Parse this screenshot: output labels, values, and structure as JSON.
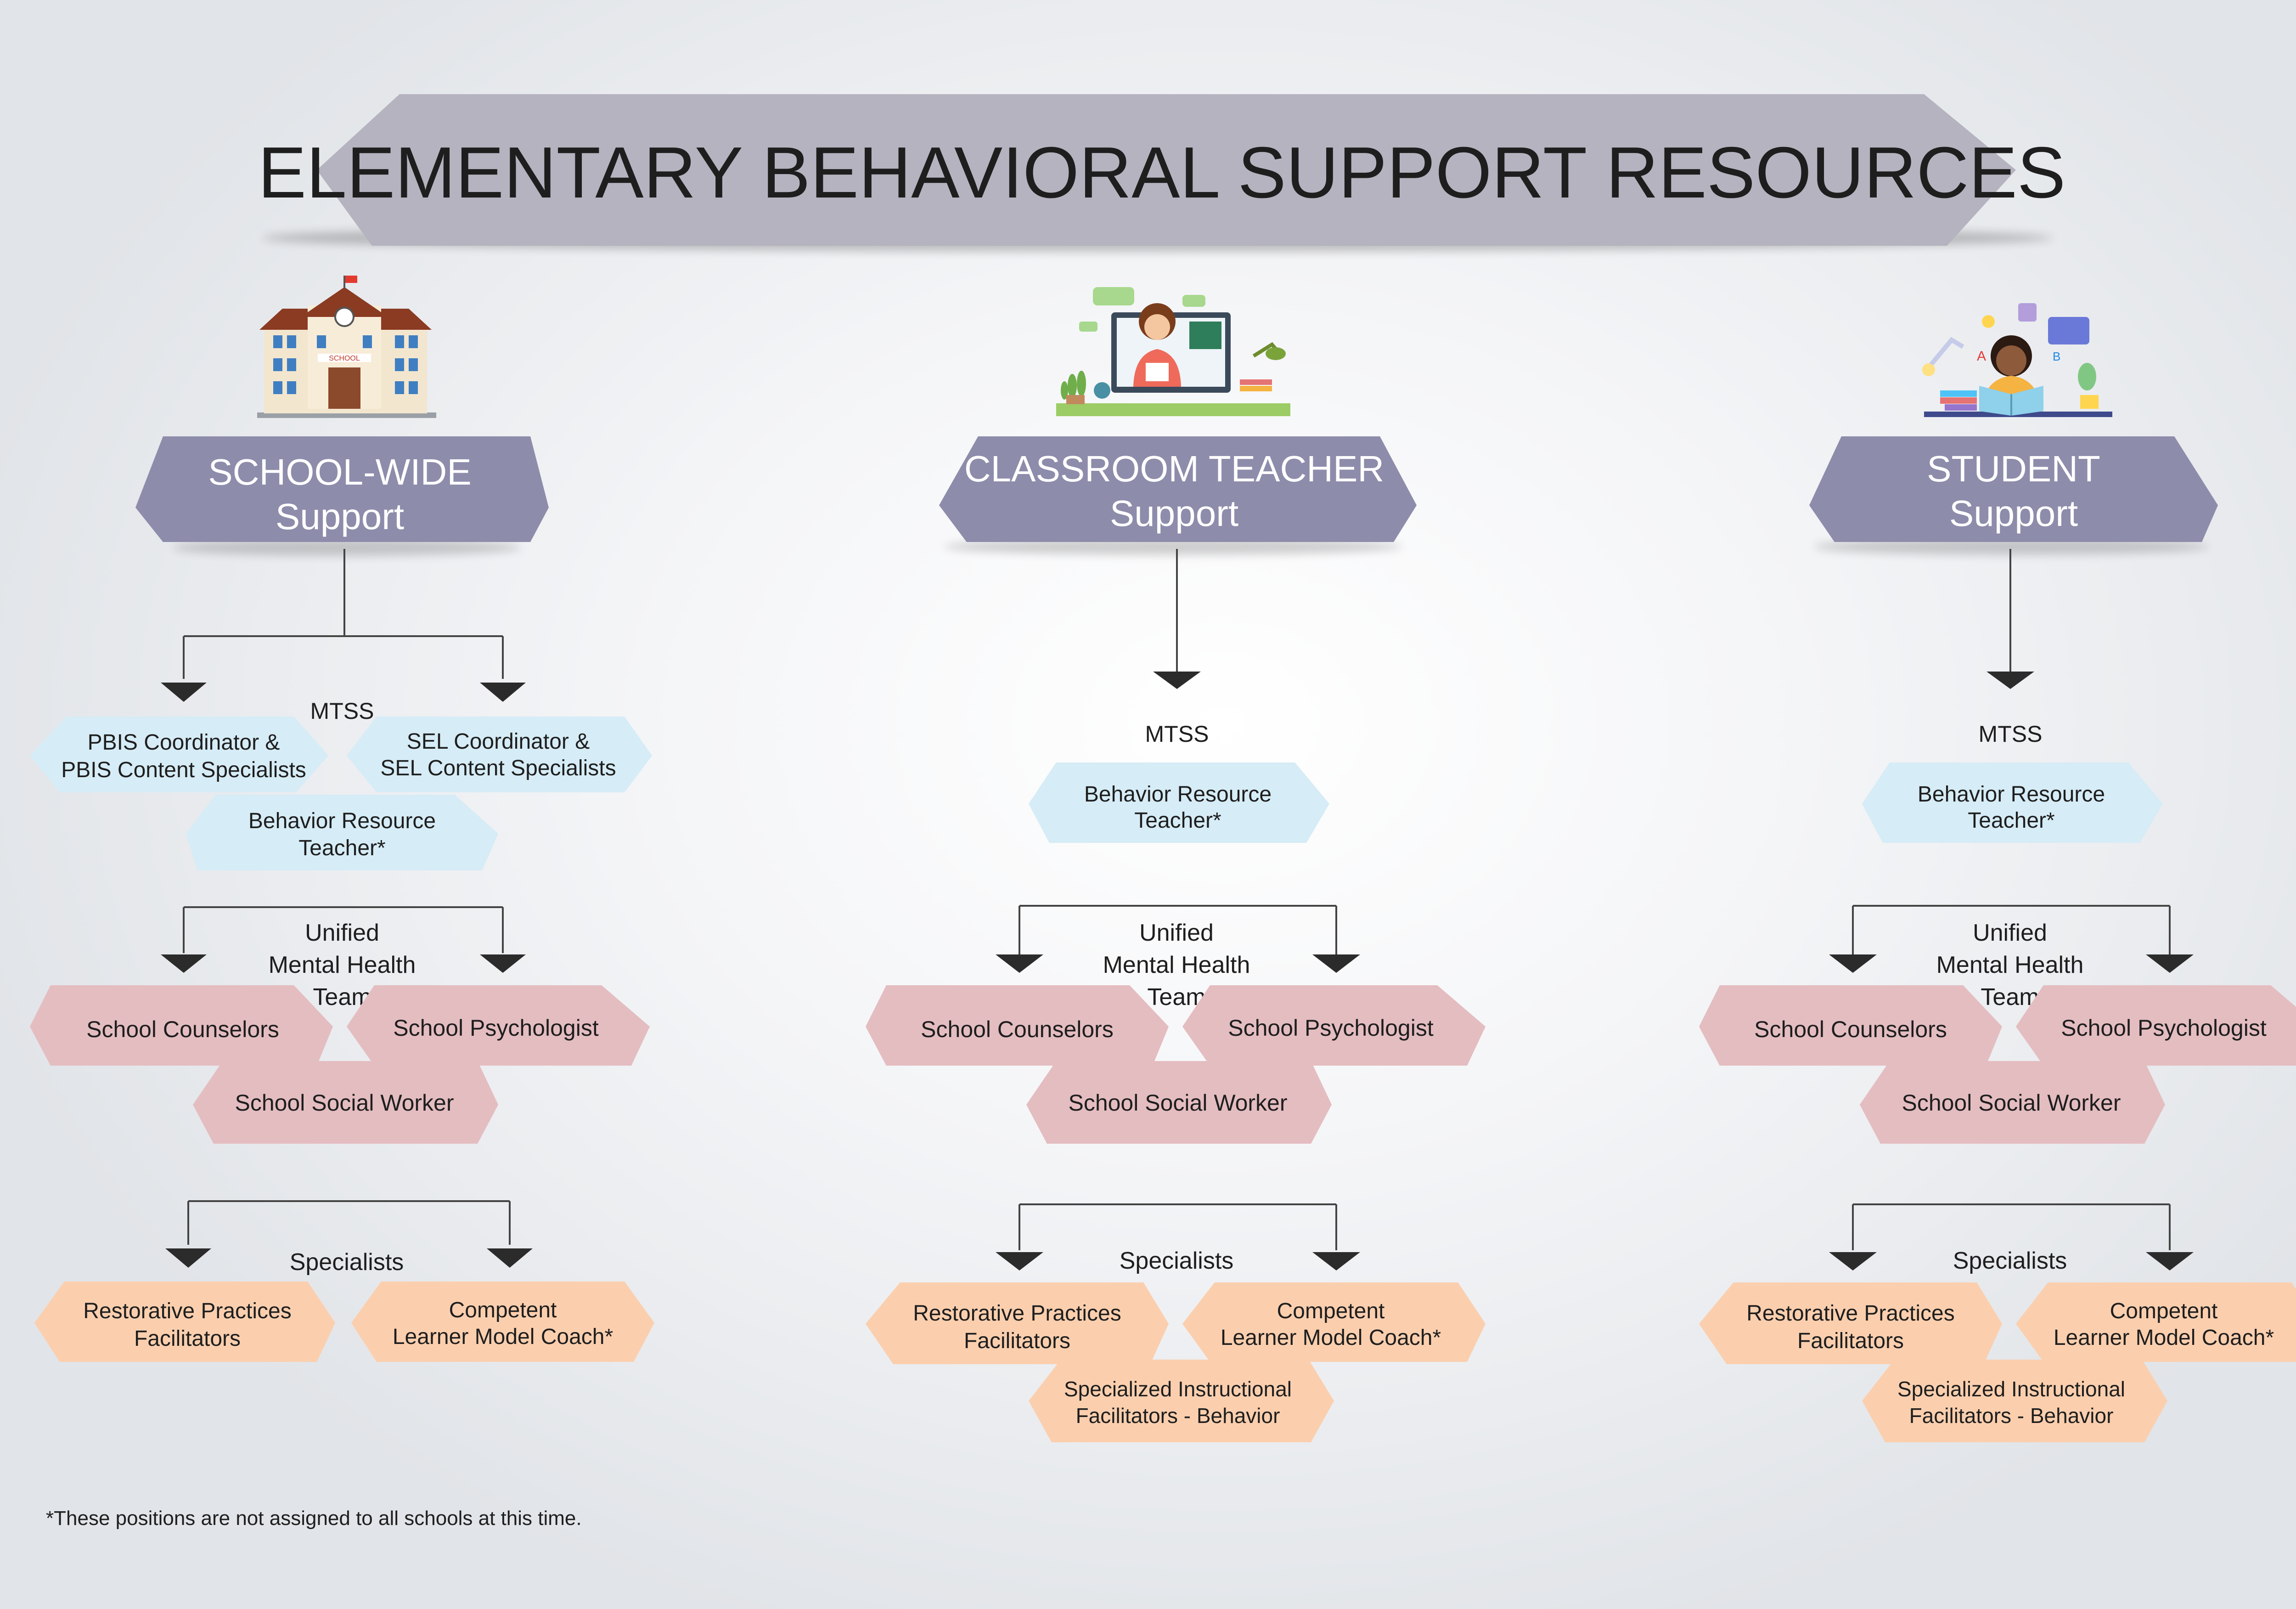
{
  "title": "ELEMENTARY BEHAVIORAL SUPPORT RESOURCES",
  "colors": {
    "banner": "#b5b3bf",
    "header": "#8e8cab",
    "mtss": "#d6ecf6",
    "mental_health": "#e4bdc1",
    "specialists": "#fbcfae",
    "arrow": "#2b2b2b"
  },
  "columns": [
    {
      "icon": "school-building-icon",
      "header": [
        "SCHOOL-WIDE",
        "Support"
      ],
      "mtss": {
        "label": "MTSS",
        "items": [
          [
            "PBIS Coordinator &",
            "PBIS Content Specialists"
          ],
          [
            "SEL Coordinator &",
            "SEL Content Specialists"
          ],
          [
            "Behavior Resource",
            "Teacher*"
          ]
        ]
      },
      "mental_health": {
        "label": [
          "Unified",
          "Mental Health",
          "Team"
        ],
        "items": [
          "School Counselors",
          "School Psychologist",
          "School Social Worker"
        ]
      },
      "specialists": {
        "label": "Specialists",
        "items": [
          [
            "Restorative Practices",
            "Facilitators"
          ],
          [
            "Competent",
            "Learner Model Coach*"
          ]
        ]
      }
    },
    {
      "icon": "teacher-icon",
      "header": [
        "CLASSROOM TEACHER",
        "Support"
      ],
      "mtss": {
        "label": "MTSS",
        "items": [
          [
            "Behavior Resource",
            "Teacher*"
          ]
        ]
      },
      "mental_health": {
        "label": [
          "Unified",
          "Mental Health",
          "Team"
        ],
        "items": [
          "School Counselors",
          "School Psychologist",
          "School Social Worker"
        ]
      },
      "specialists": {
        "label": "Specialists",
        "items": [
          [
            "Restorative Practices",
            "Facilitators"
          ],
          [
            "Competent",
            "Learner Model Coach*"
          ],
          [
            "Specialized Instructional",
            "Facilitators - Behavior"
          ]
        ]
      }
    },
    {
      "icon": "student-reading-icon",
      "header": [
        "STUDENT",
        "Support"
      ],
      "mtss": {
        "label": "MTSS",
        "items": [
          [
            "Behavior Resource",
            "Teacher*"
          ]
        ]
      },
      "mental_health": {
        "label": [
          "Unified",
          "Mental Health",
          "Team"
        ],
        "items": [
          "School Counselors",
          "School Psychologist",
          "School Social Worker"
        ]
      },
      "specialists": {
        "label": "Specialists",
        "items": [
          [
            "Restorative Practices",
            "Facilitators"
          ],
          [
            "Competent",
            "Learner Model Coach*"
          ],
          [
            "Specialized Instructional",
            "Facilitators - Behavior"
          ]
        ]
      }
    }
  ],
  "footnote": "*These positions are not assigned to all schools at this time."
}
